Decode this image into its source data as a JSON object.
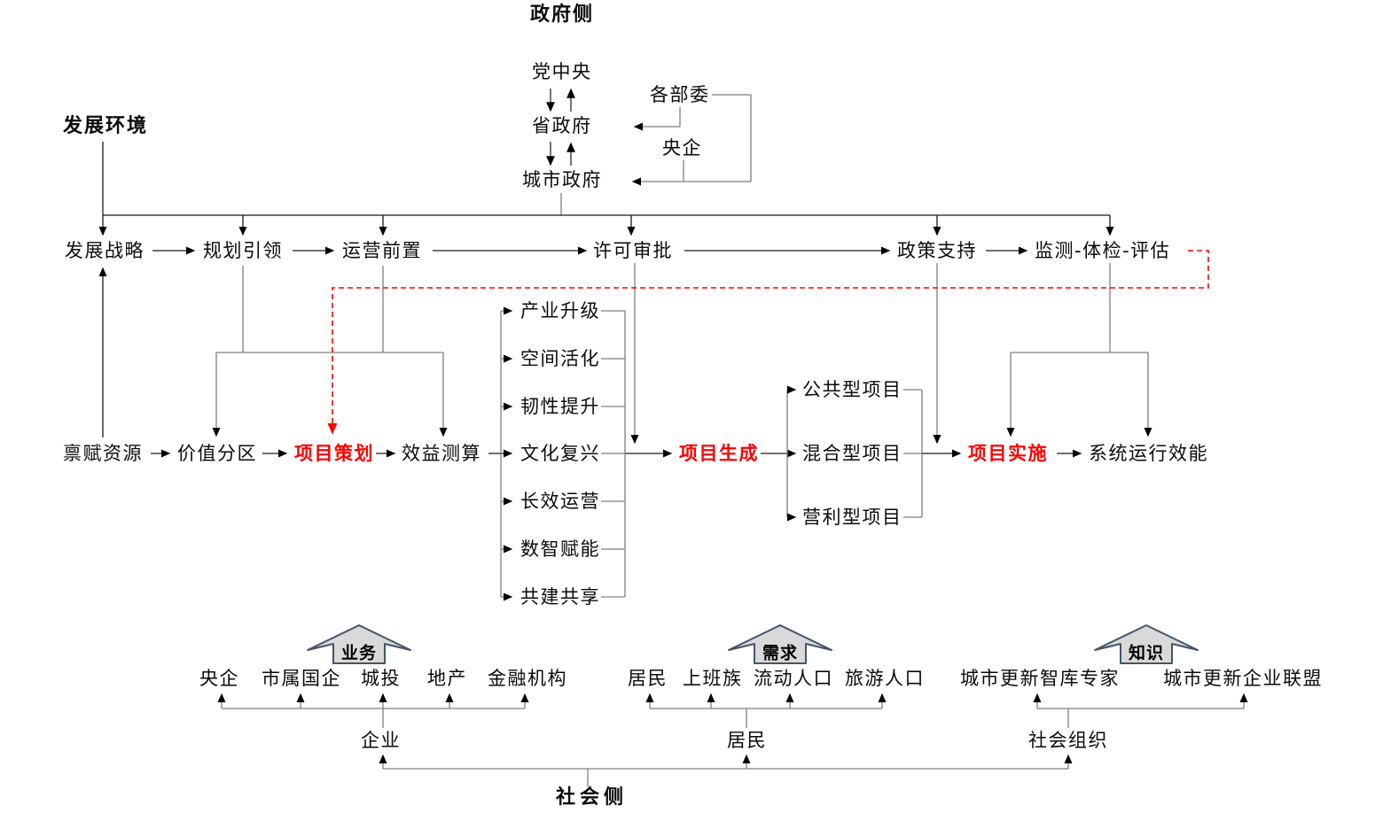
{
  "diagram": {
    "government_side_label": "政府侧",
    "society_side_label": "社会侧",
    "development_environment_label": "发展环境",
    "government": {
      "party_central": "党中央",
      "ministries": "各部委",
      "provincial_government": "省政府",
      "central_enterprises": "央企",
      "city_government": "城市政府"
    },
    "policy_chain": [
      "发展战略",
      "规划引领",
      "运营前置",
      "许可审批",
      "政策支持",
      "监测-体检-评估"
    ],
    "project_chain": {
      "endowment_resources": "禀赋资源",
      "value_zoning": "价值分区",
      "project_planning": "项目策划",
      "benefit_calculation": "效益测算",
      "project_generation": "项目生成",
      "project_implementation": "项目实施",
      "system_performance": "系统运行效能"
    },
    "renewal_goals": [
      "产业升级",
      "空间活化",
      "韧性提升",
      "文化复兴",
      "长效运营",
      "数智赋能",
      "共建共享"
    ],
    "project_types": [
      "公共型项目",
      "混合型项目",
      "营利型项目"
    ],
    "flow_arrows": {
      "business": "业务",
      "demand": "需求",
      "knowledge": "知识"
    },
    "enterprise_group": {
      "members": [
        "央企",
        "市属国企",
        "城投",
        "地产",
        "金融机构"
      ],
      "parent": "企业"
    },
    "resident_group": {
      "members": [
        "居民",
        "上班族",
        "流动人口",
        "旅游人口"
      ],
      "parent": "居民"
    },
    "social_group": {
      "members": [
        "城市更新智库专家",
        "城市更新企业联盟"
      ],
      "parent": "社会组织"
    },
    "colors": {
      "highlight_red": "#ff0000",
      "block_arrow_fill": "#d9d9d9",
      "block_arrow_border": "#44546a",
      "line_gray": "#595959",
      "line_black": "#1a1a1a"
    }
  }
}
